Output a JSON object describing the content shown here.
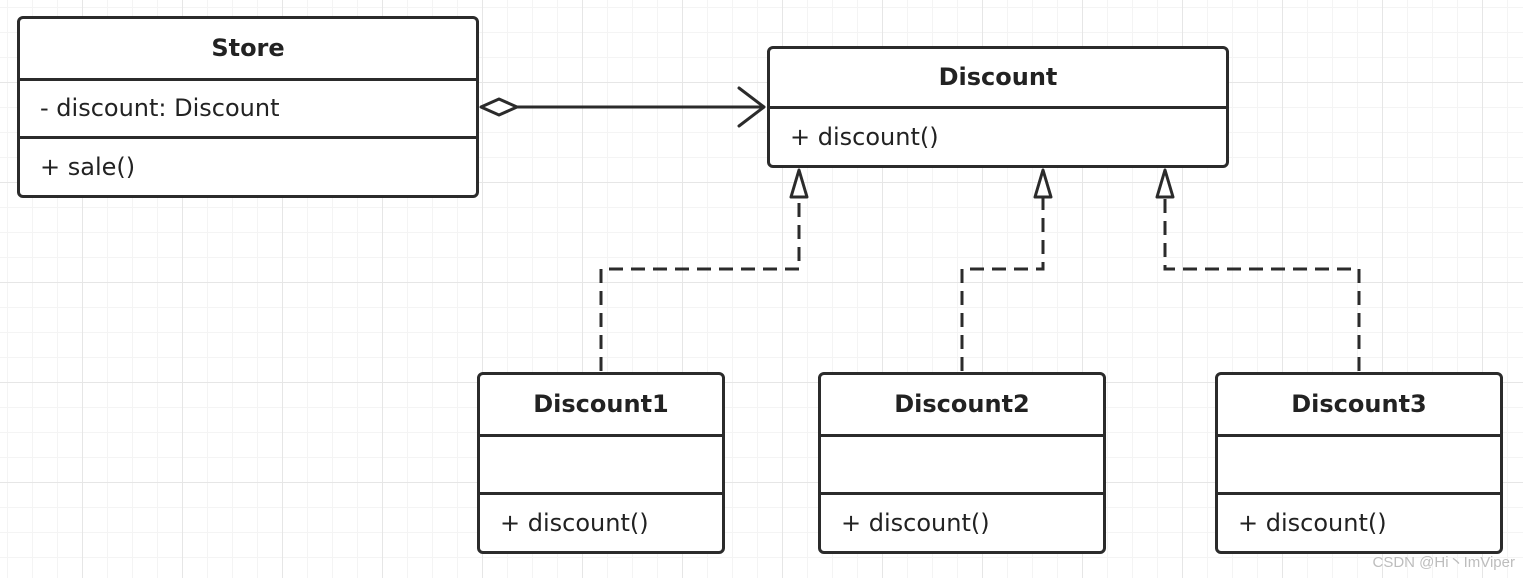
{
  "classes": {
    "store": {
      "name": "Store",
      "attributes": [
        "- discount: Discount"
      ],
      "methods": [
        "+ sale()"
      ]
    },
    "discount": {
      "name": "Discount",
      "methods": [
        "+ discount()"
      ]
    },
    "discount1": {
      "name": "Discount1",
      "attributes": [],
      "methods": [
        "+ discount()"
      ]
    },
    "discount2": {
      "name": "Discount2",
      "attributes": [],
      "methods": [
        "+ discount()"
      ]
    },
    "discount3": {
      "name": "Discount3",
      "attributes": [],
      "methods": [
        "+ discount()"
      ]
    }
  },
  "relations": [
    {
      "type": "aggregation",
      "from": "Store",
      "to": "Discount"
    },
    {
      "type": "realization",
      "from": "Discount1",
      "to": "Discount"
    },
    {
      "type": "realization",
      "from": "Discount2",
      "to": "Discount"
    },
    {
      "type": "realization",
      "from": "Discount3",
      "to": "Discount"
    }
  ],
  "watermark": "CSDN @Hi丶ImViper",
  "colors": {
    "line": "#2b2b2b",
    "grid": "#e6e6e6",
    "background": "#ffffff"
  }
}
